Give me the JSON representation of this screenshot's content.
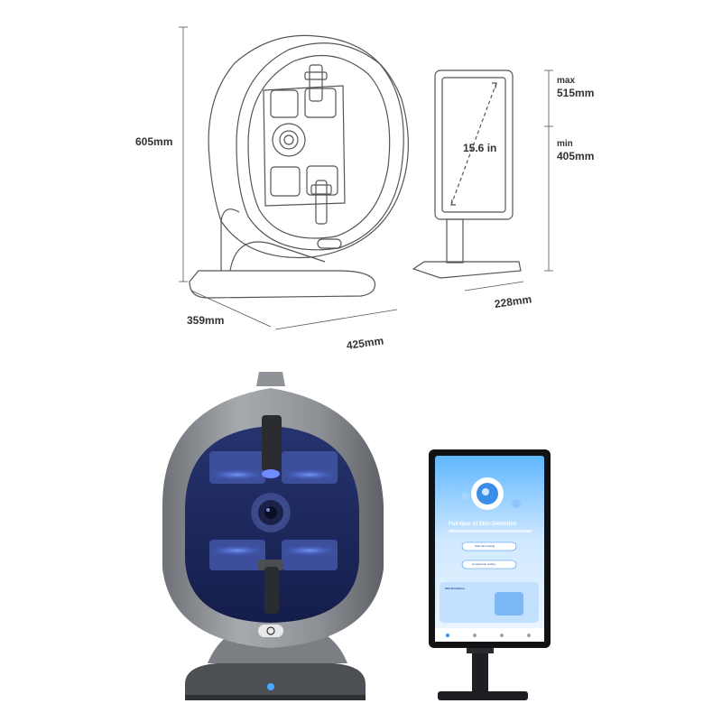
{
  "dimensions": {
    "height": "605mm",
    "depth": "359mm",
    "width": "425mm",
    "stand_depth": "228mm",
    "screen_max_label": "max",
    "screen_max_value": "515mm",
    "screen_min_label": "min",
    "screen_min_value": "405mm",
    "screen_diagonal": "15.6 in"
  },
  "tablet": {
    "headline": "Full-face AI Skin Detection",
    "button_1": "Start skin testing",
    "button_2": "Comparison testing",
    "card_title": "Skin Prediction"
  },
  "colors": {
    "line_art": "#555555",
    "device_shell": "#8a8d92",
    "device_interior": "#1e2c6e",
    "led_glow": "#5a7dff",
    "screen_bg": "#dbeefe",
    "accent_blue": "#3a8ee8"
  },
  "icons": [
    "logo-icon",
    "power-light-icon",
    "camera-lens-icon",
    "chin-rest-icon",
    "forehead-rest-icon"
  ]
}
